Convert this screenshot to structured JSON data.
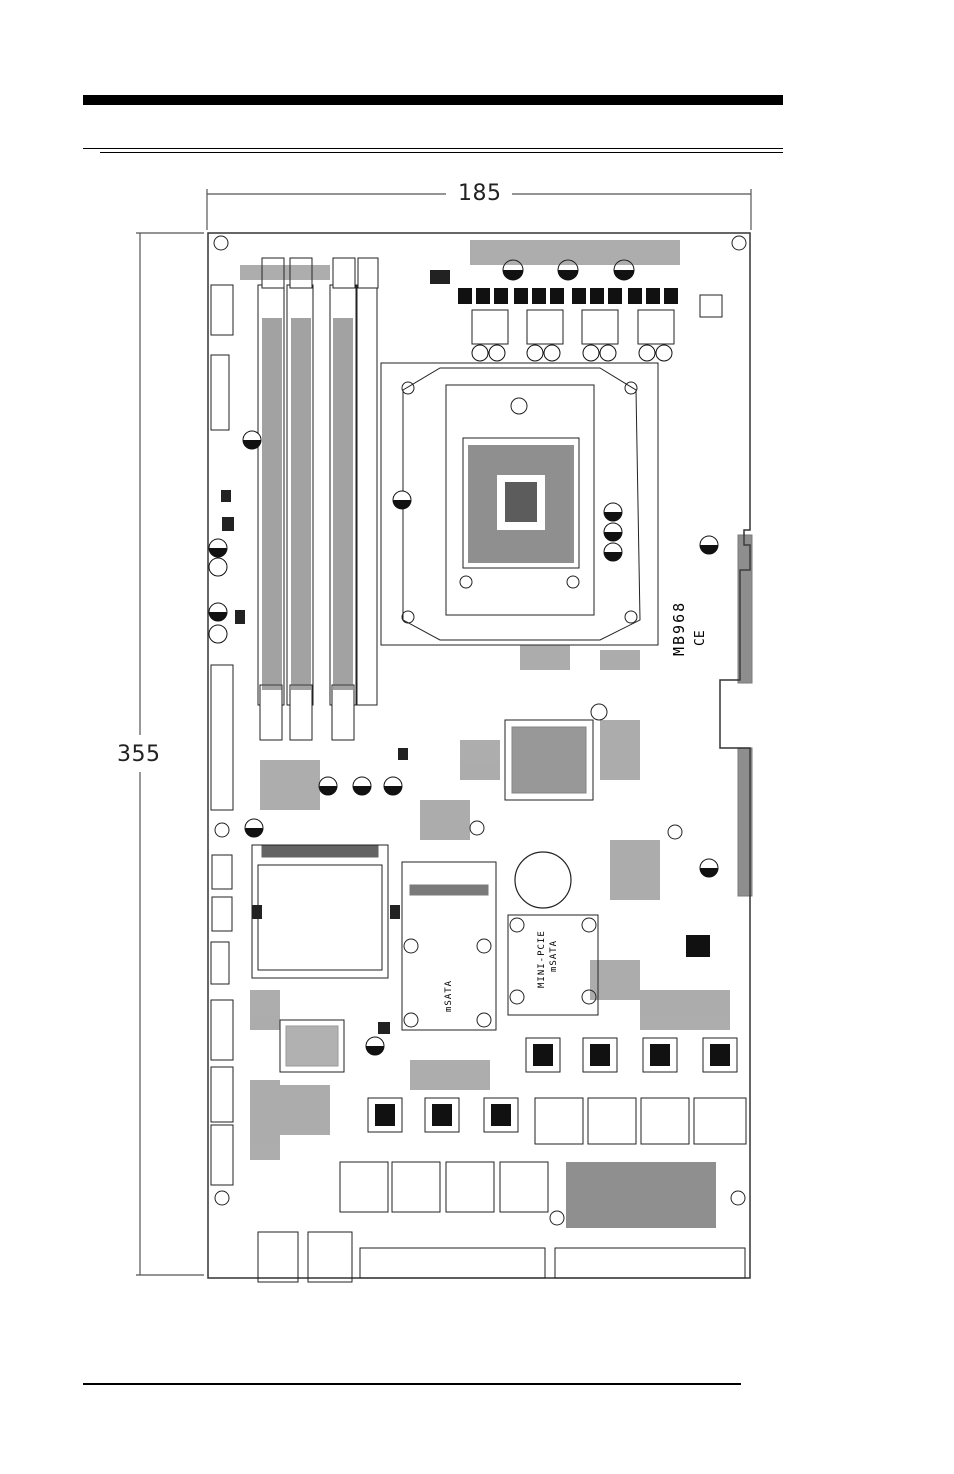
{
  "dimensions": {
    "width": "185",
    "height": "355"
  },
  "board": {
    "model_label": "MB968",
    "ce_mark": "CE",
    "slot_labels": {
      "mini_pcie_a": "MINI-PCIE",
      "msata_a": "mSATA",
      "msata_b": "mSATA"
    }
  }
}
